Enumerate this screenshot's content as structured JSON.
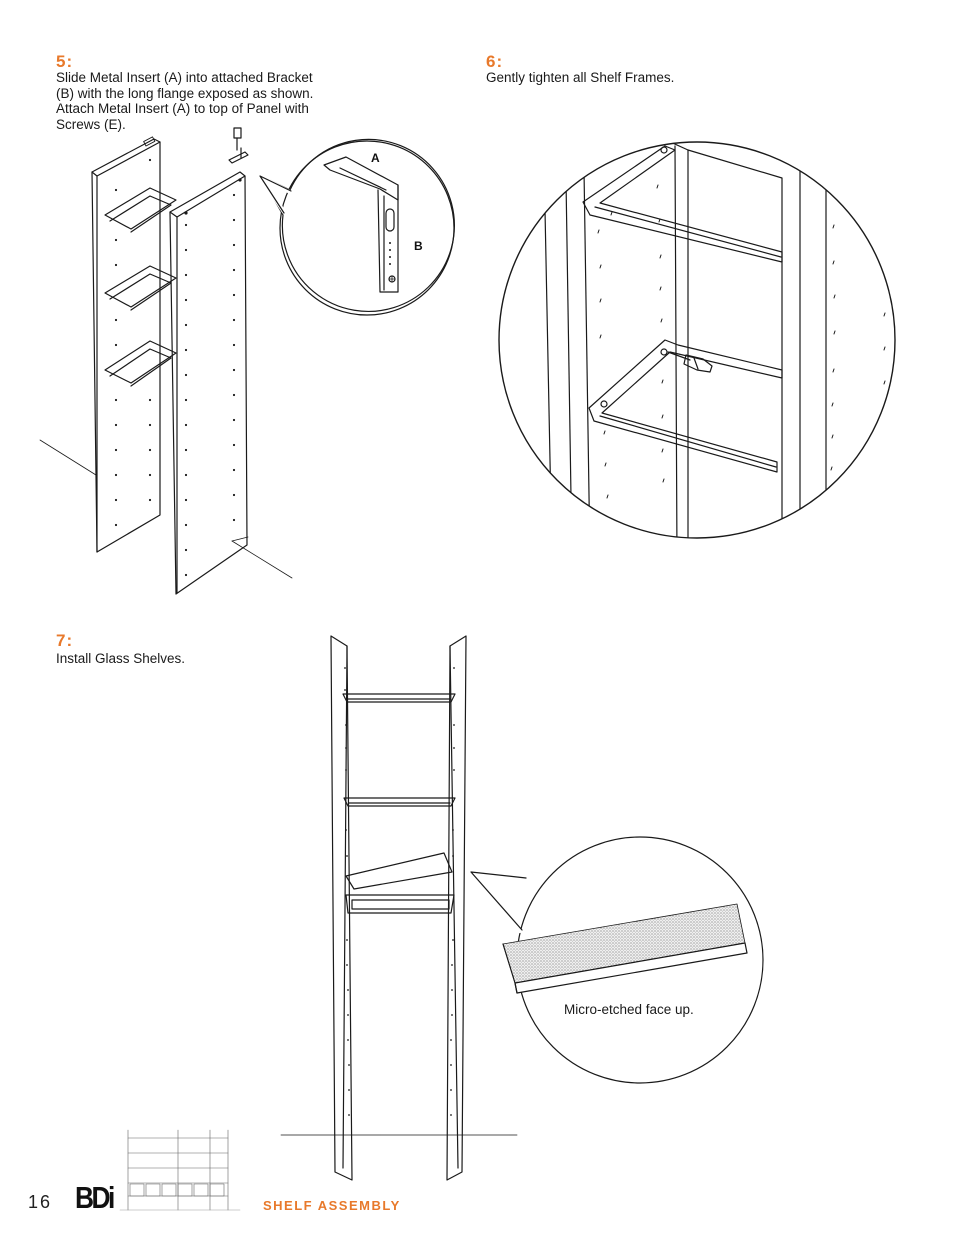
{
  "steps": [
    {
      "number": "5:",
      "text_lines": [
        "Slide Metal Insert (A) into attached Bracket",
        "(B) with the long flange exposed as shown.",
        "Attach Metal Insert (A) to top of Panel with",
        "Screws (E)."
      ]
    },
    {
      "number": "6:",
      "text_lines": [
        "Gently tighten all Shelf Frames."
      ]
    },
    {
      "number": "7:",
      "text_lines": [
        "Install Glass Shelves."
      ]
    }
  ],
  "callouts": {
    "part_a": "A",
    "part_b": "B",
    "micro_etched": "Micro-etched face up."
  },
  "footer": {
    "page_number": "16",
    "brand": "BDi",
    "section_title": "SHELF ASSEMBLY"
  },
  "colors": {
    "accent": "#e8792b",
    "line": "#1a1a1a"
  }
}
